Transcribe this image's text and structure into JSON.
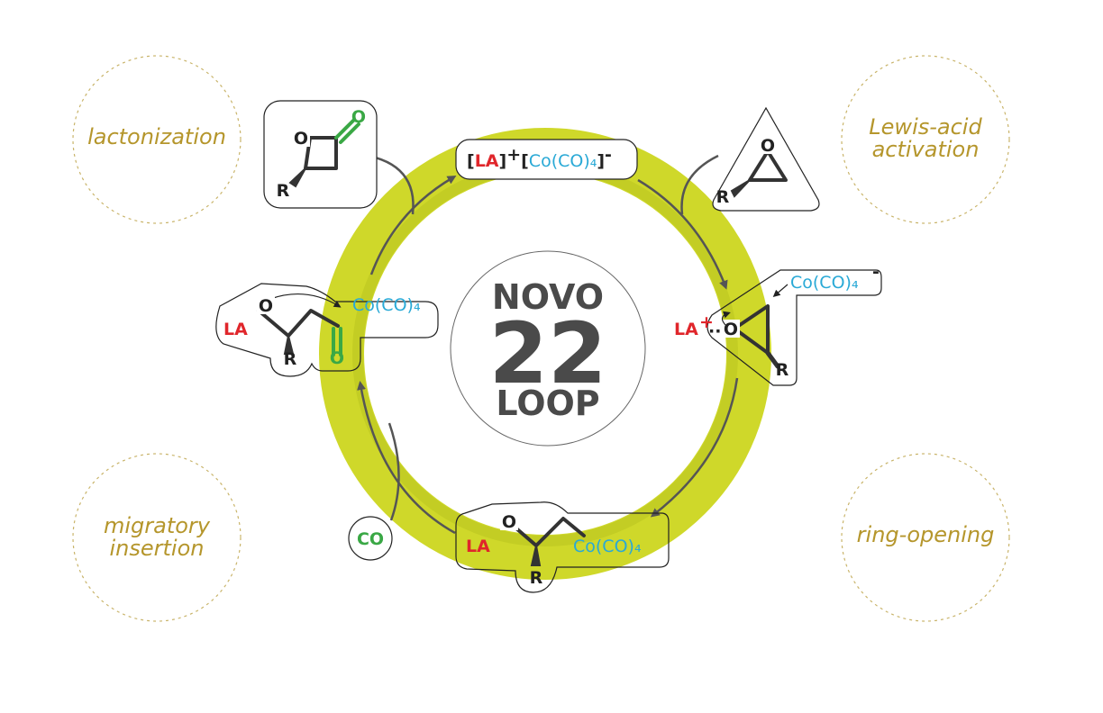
{
  "steps": {
    "lactonization": "lactonization",
    "lewis_acid_1": "Lewis-acid",
    "lewis_acid_2": "activation",
    "migratory_1": "migratory",
    "migratory_2": "insertion",
    "ring_opening": "ring-opening"
  },
  "center": {
    "line1": "NOVO",
    "line2": "22",
    "line3": "LOOP"
  },
  "atoms": {
    "O": "O",
    "R": "R",
    "LA": "LA",
    "plus": "+",
    "minus": "-",
    "lbr": "[",
    "rbr": "]",
    "co4": "Co(CO)₄",
    "co_reagent": "CO",
    "dots": "··"
  },
  "colors": {
    "ring": "#cfd82a",
    "ring_inner": "#b9c41f",
    "step_text": "#b5962c",
    "lewis_acid": "#e0262b",
    "cobalt": "#29a9d6",
    "carbonyl": "#3aa845",
    "center_text": "#4a4a4a"
  }
}
